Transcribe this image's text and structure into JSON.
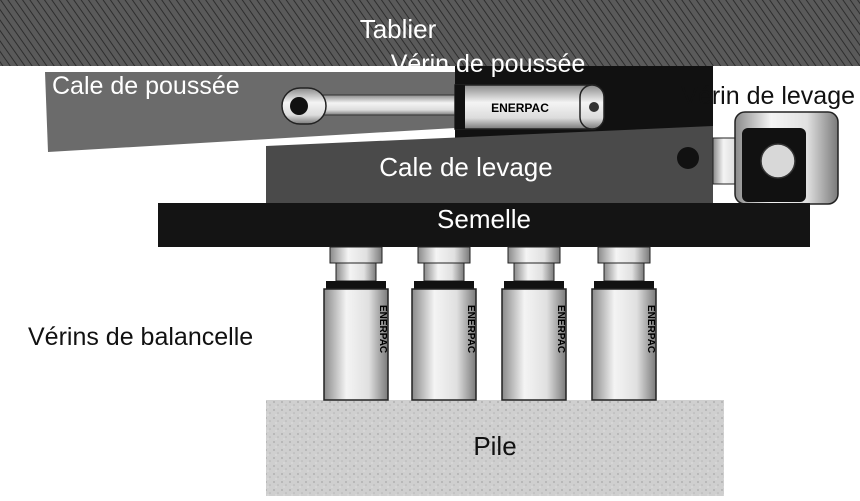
{
  "labels": {
    "tablier": "Tablier",
    "verin_poussee": "Vérin de poussée",
    "cale_poussee": "Cale de poussée",
    "verin_levage": "Vérin de levage",
    "cale_levage": "Cale de levage",
    "semelle": "Semelle",
    "verins_balancelle": "Vérins de balancelle",
    "pile": "Pile"
  },
  "brand": "ENERPAC",
  "colors": {
    "deck": "#555555",
    "push_wedge": "#6b6b6b",
    "lift_wedge": "#4a4a4a",
    "block": "#111111",
    "sole": "#141414",
    "pile": "#cfcfcf",
    "cylinder": "#e4e4e4"
  },
  "rocker_cylinder_count": 4
}
